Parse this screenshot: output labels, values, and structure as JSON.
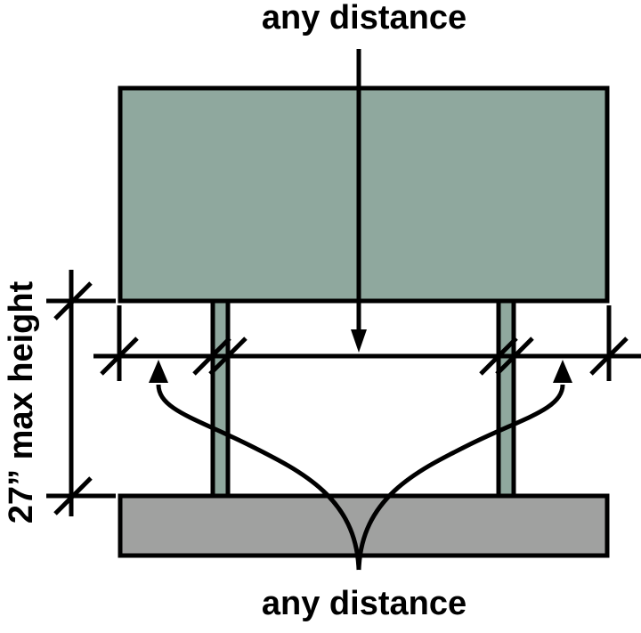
{
  "labels": {
    "top": "any distance",
    "bottom": "any distance",
    "height": "27” max height"
  },
  "colors": {
    "panel": "#8fa89e",
    "base": "#a0a1a0",
    "line": "#000000"
  }
}
